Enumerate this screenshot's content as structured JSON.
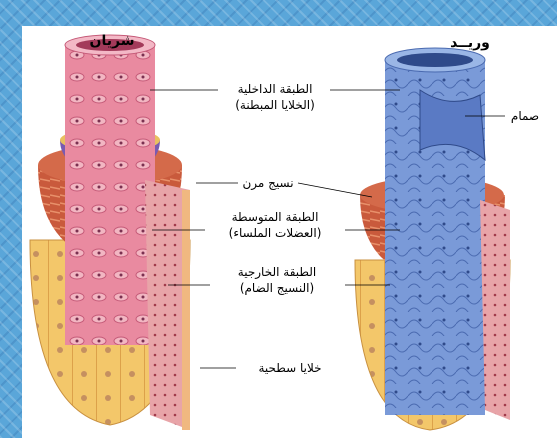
{
  "colors": {
    "frame": "#5aa6d9",
    "artery_inner": "#e07890",
    "artery_muscle": "#c8553a",
    "artery_elastic": "#6a4aa0",
    "artery_outer": "#f0c060",
    "vein_inner": "#6a8fd0",
    "vein_muscle": "#c8553a",
    "vein_outer": "#f0c060"
  },
  "titles": {
    "artery": "شريان",
    "vein": "وريــد"
  },
  "labels": {
    "inner_layer": "الطبقة الداخلية",
    "inner_layer_sub": "(الخلايا المبطنة)",
    "elastic_tissue": "نسيج مرن",
    "middle_layer": "الطبقة المتوسطة",
    "middle_layer_sub": "(العضلات الملساء)",
    "outer_layer": "الطبقة الخارجية",
    "outer_layer_sub": "(النسيج الضام)",
    "surface_cells": "خلايا سطحية",
    "valve": "صمام"
  }
}
